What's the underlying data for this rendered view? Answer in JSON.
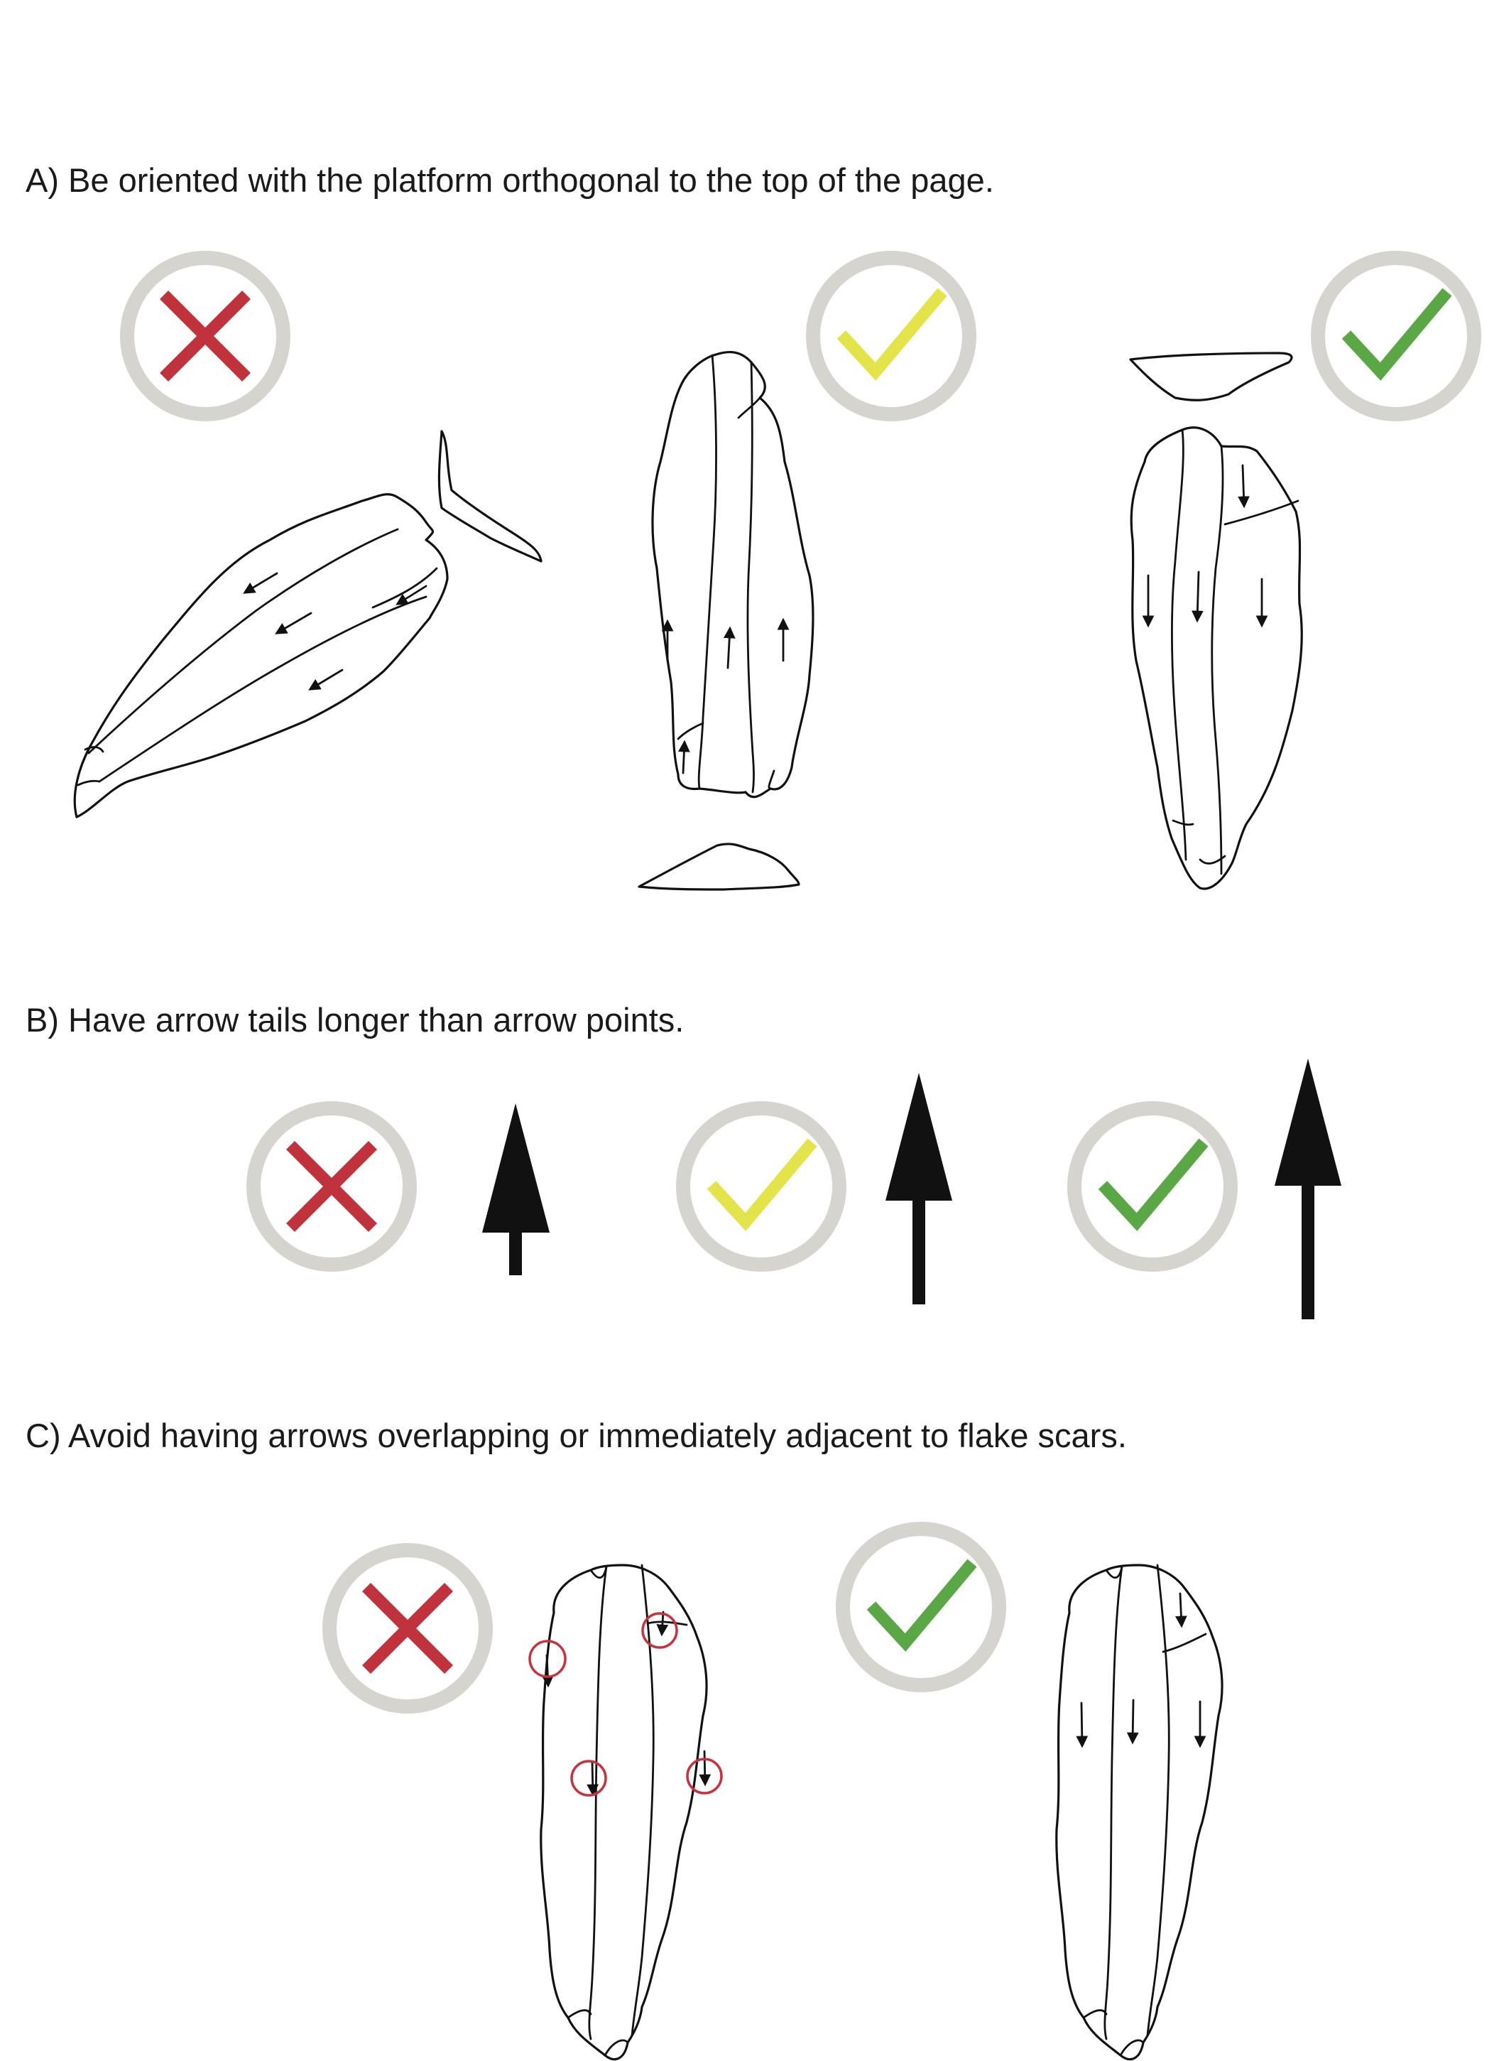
{
  "sections": [
    {
      "id": "A",
      "caption": "A) Be oriented with the platform orthogonal to the top of the page."
    },
    {
      "id": "B",
      "caption": "B) Have arrow tails longer than arrow points."
    },
    {
      "id": "C",
      "caption": "C) Avoid having arrows overlapping or immediately adjacent to flake scars."
    }
  ],
  "badges": {
    "incorrect": {
      "icon": "cross-icon",
      "color": "#c0323c"
    },
    "acceptable": {
      "icon": "check-icon",
      "color": "#e3e34a"
    },
    "correct": {
      "icon": "check-icon",
      "color": "#5aa845"
    },
    "ring_color": "#d6d4ce"
  },
  "highlight_color": "#c8323c",
  "ink_color": "#111111"
}
